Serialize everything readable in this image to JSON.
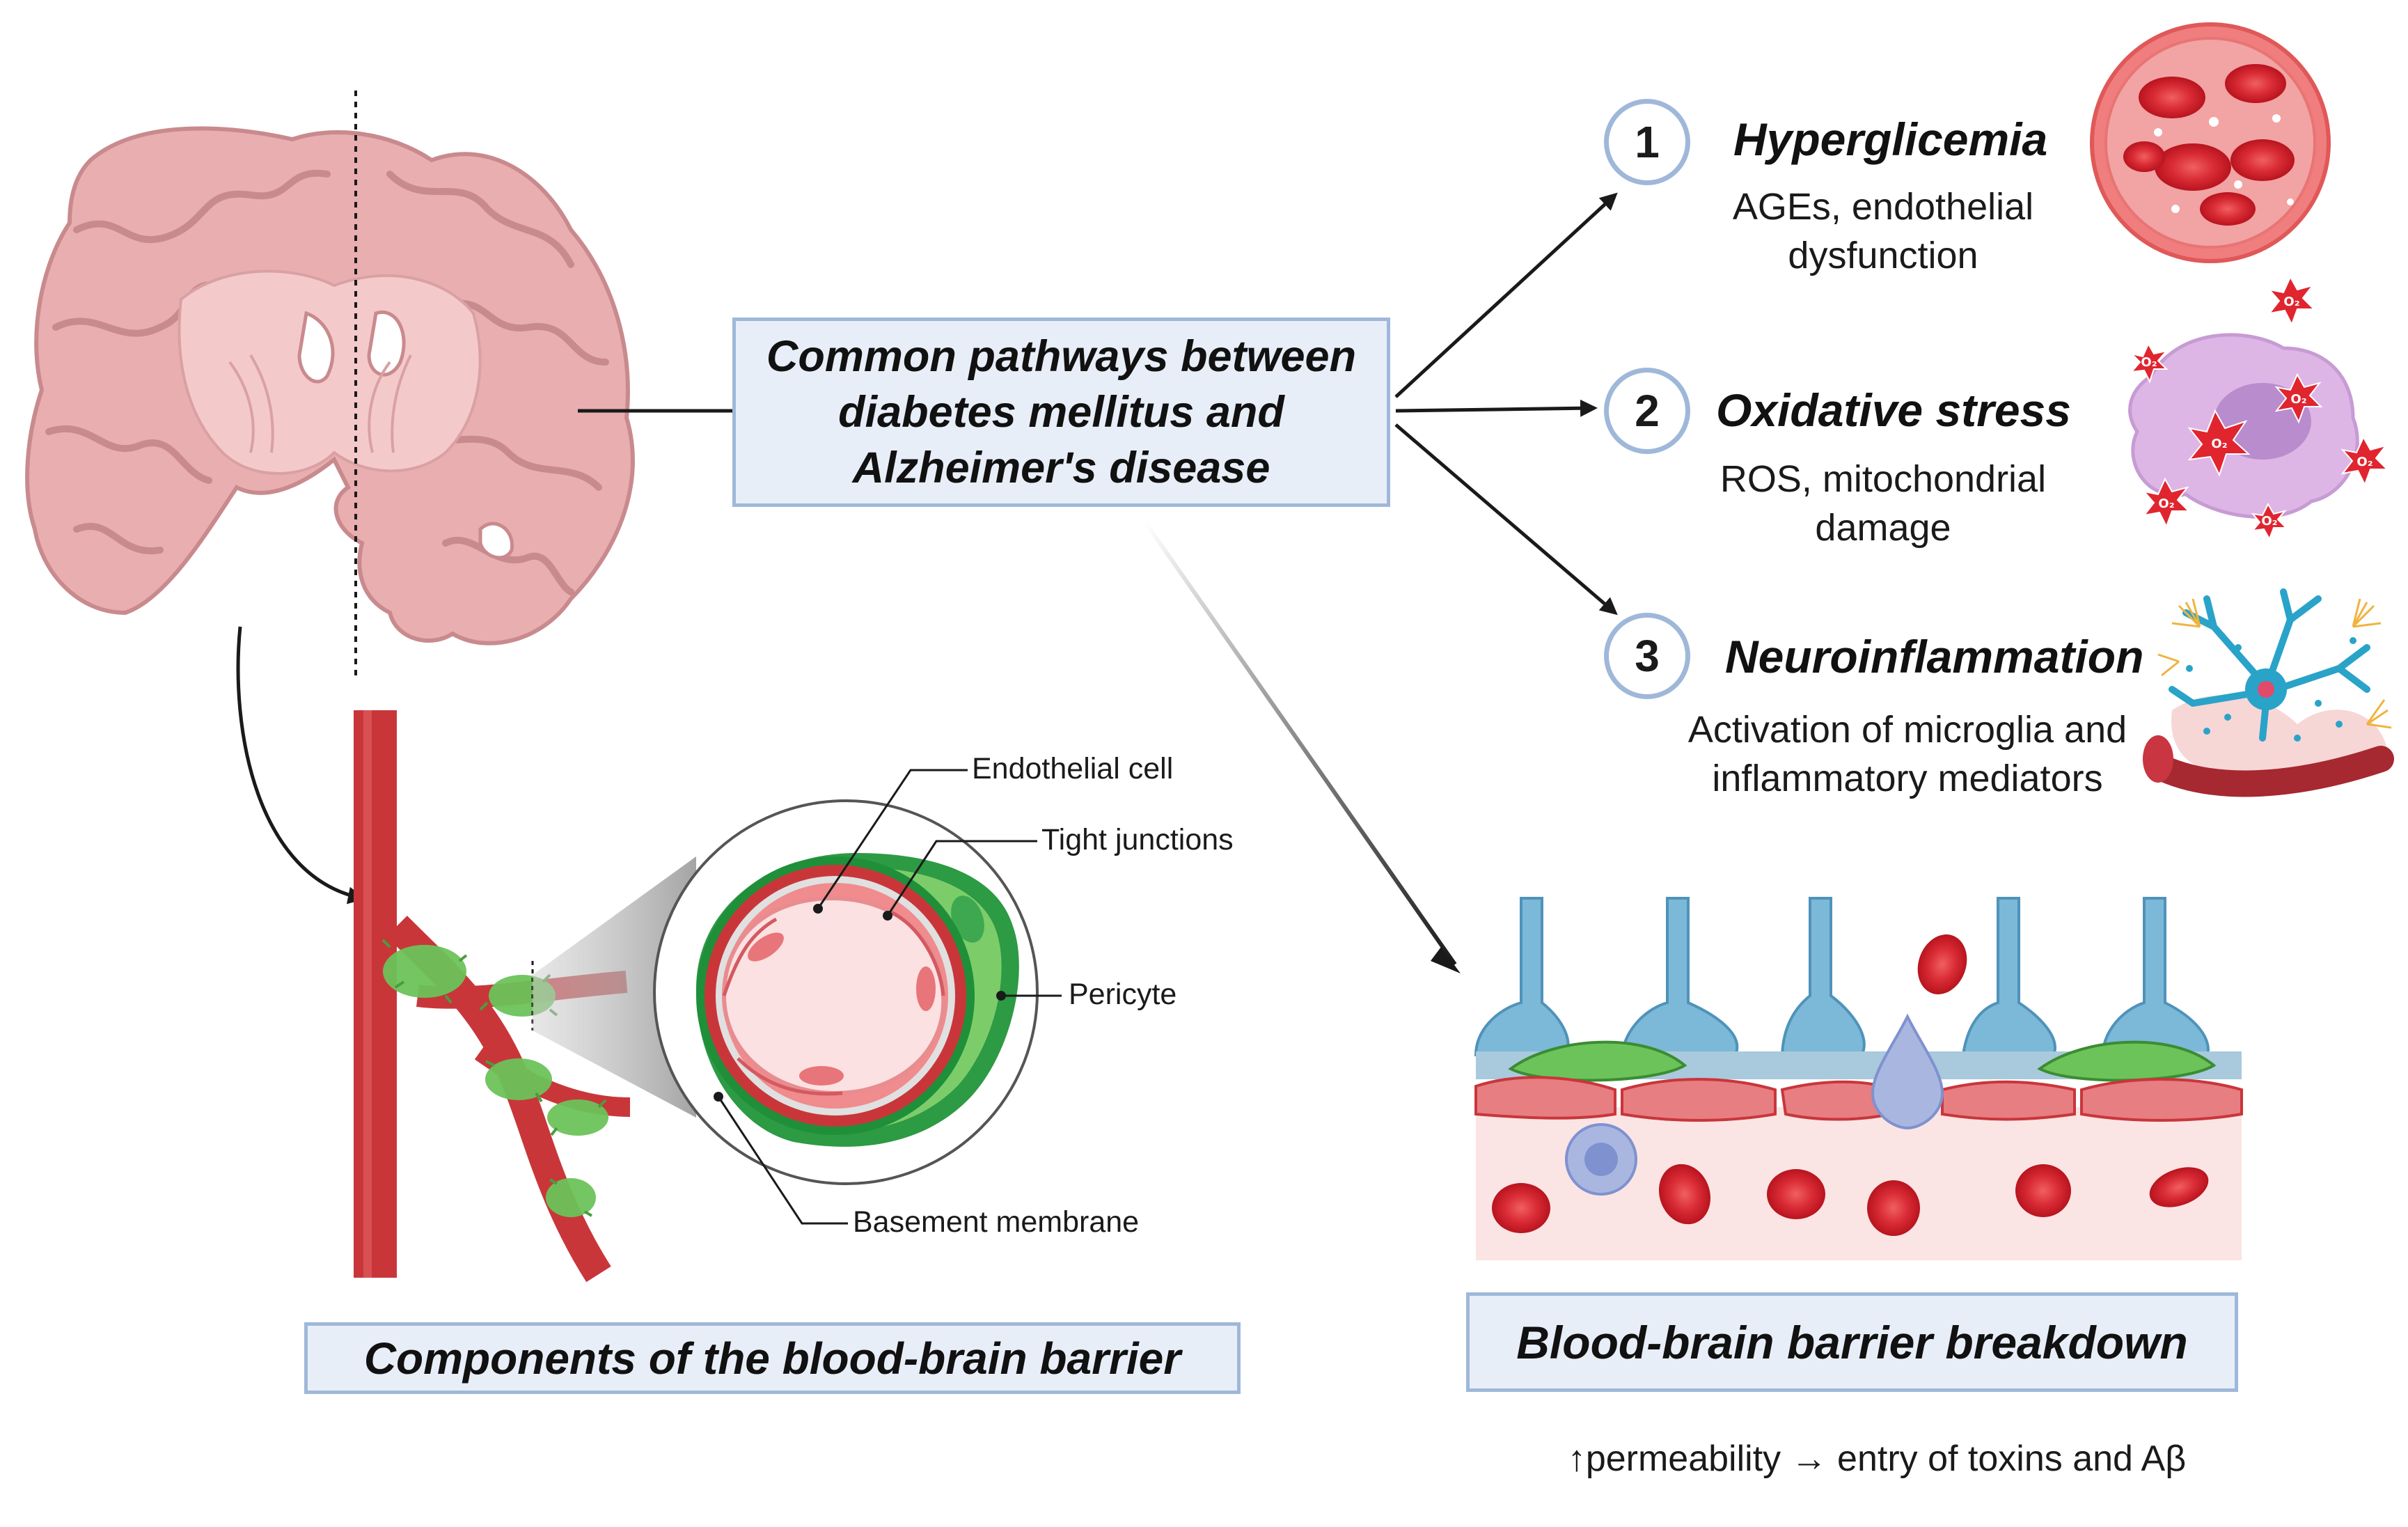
{
  "central_box": [
    "Common pathways between",
    "diabetes mellitus  and",
    "Alzheimer's disease"
  ],
  "pathways": [
    {
      "number": "1",
      "title": "Hyperglicemia",
      "desc": [
        "AGEs, endothelial",
        "dysfunction"
      ]
    },
    {
      "number": "2",
      "title": "Oxidative stress",
      "desc": [
        "ROS, mitochondrial",
        "damage"
      ]
    },
    {
      "number": "3",
      "title": "Neuroinflammation",
      "desc": [
        "Activation of microglia and",
        "inflammatory mediators"
      ]
    }
  ],
  "bbb_labels": {
    "endothelial_cell": "Endothelial cell",
    "tight_junctions": "Tight junctions",
    "pericyte": "Pericyte",
    "basement_membrane": "Basement membrane"
  },
  "components_box": "Components of the blood-brain barrier",
  "breakdown_box": "Blood-brain barrier breakdown",
  "breakdown_caption": "↑permeability → entry of toxins and Aβ",
  "ros_label": "O₂",
  "colors": {
    "box_fill": "#e8eef8",
    "box_border": "#9fb8d9",
    "vessel_red": "#c9363a",
    "pericyte_green": "#6cc35a",
    "brain_pink": "#e9aeb0",
    "astrocyte_blue": "#5aa0c8"
  }
}
